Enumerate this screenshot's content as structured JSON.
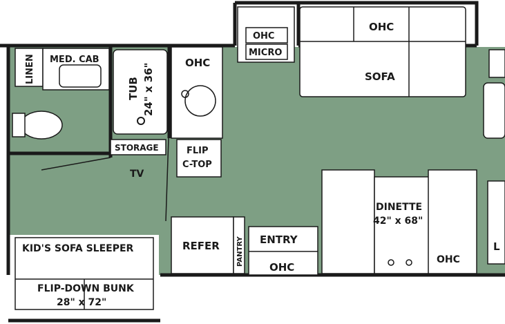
{
  "colors": {
    "floor": "#7e9f84",
    "wall": "#1a1a1a",
    "fixture": "#ffffff"
  },
  "labels": {
    "ohc_micro_top": "OHC",
    "micro": "MICRO",
    "ohc_top": "OHC",
    "sofa": "SOFA",
    "linen": "LINEN",
    "med_cab": "MED. CAB",
    "tub": "TUB",
    "tub_size": "24\" x 36\"",
    "ohc_galley": "OHC",
    "storage": "STORAGE",
    "flip": "FLIP",
    "c_top": "C-TOP",
    "tv": "TV",
    "dinette": "DINETTE",
    "dinette_size": "42\" x 68\"",
    "refer": "REFER",
    "pantry": "PANTRY",
    "entry": "ENTRY",
    "ohc_entry": "OHC",
    "ohc_dinette": "OHC",
    "kids_sofa": "KID'S SOFA SLEEPER",
    "flip_bunk": "FLIP-DOWN BUNK",
    "bunk_size": "28\" x 72\"",
    "edge_l": "L"
  }
}
